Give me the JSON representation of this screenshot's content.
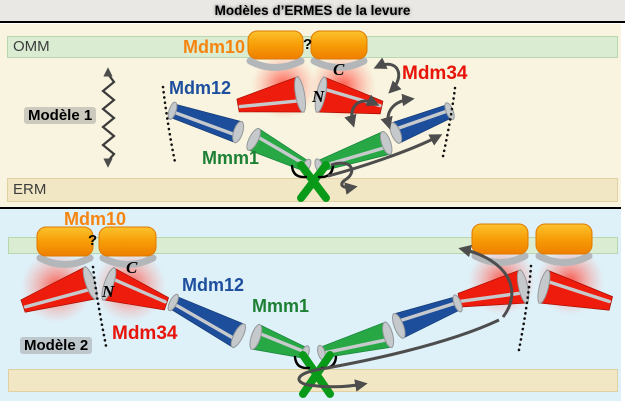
{
  "title": "Modèles d’ERMES de la levure",
  "colors": {
    "panel1_bg": "#f8f4df",
    "panel2_bg": "#def0f8",
    "membrane_omm": "#daecd2",
    "membrane_omm_border": "#b9d7ae",
    "membrane_erm": "#f2e7c5",
    "membrane_erm_border": "#e0d0a2",
    "red": "#ee1c0c",
    "blue": "#1d4e9b",
    "green": "#27a845",
    "orange_barrel": "#f79d07",
    "arrow": "#4d4d4d",
    "label_orange": "#f58511",
    "label_blue": "#1d4f9e",
    "label_red": "#e81309",
    "label_green": "#1d8034"
  },
  "model1": {
    "name": "Modèle 1",
    "membranes": {
      "top": "OMM",
      "bottom": "ERM"
    },
    "labels": {
      "mdm10": "Mdm10",
      "mdm12": "Mdm12",
      "mdm34": "Mdm34",
      "mmm1": "Mmm1",
      "c_terminus": "C",
      "n_terminus": "N",
      "question": "?"
    }
  },
  "model2": {
    "name": "Modèle 2",
    "labels": {
      "mdm10": "Mdm10",
      "mdm12": "Mdm12",
      "mdm34": "Mdm34",
      "mmm1": "Mmm1",
      "c_terminus": "C",
      "n_terminus": "N",
      "question": "?"
    }
  }
}
